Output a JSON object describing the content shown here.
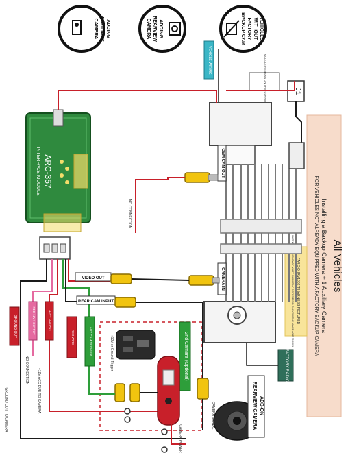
{
  "icons": [
    {
      "line1": "ADDING",
      "line2": "AUXILIARY",
      "line3": "CAMERA"
    },
    {
      "line1": "ADDING",
      "line2": "REARVIEW",
      "line3": "CAMERA"
    },
    {
      "line1": "VEHICLES",
      "line2": "WITHOUT",
      "line3": "FACTORY",
      "line4": "BACKUP CAM"
    }
  ],
  "labels": {
    "vehicle_wiring": "VEHICLE WIRING",
    "j1": "J1",
    "module_note": "MODULE REMAINS ON THIS CONNECTOR",
    "oem_cam_out": "OEM CAM OUT",
    "camera_in": "CAMERA IN",
    "module_name": "ARC-357",
    "module_sub": "INTERFACE MODULE",
    "no_connection_1": "NO CONNECTION",
    "no_connection_2": "NO CONNECTION",
    "video_out": "VIDEO OUT",
    "rear_cam_input": "REAR CAM INPUT",
    "aux_cam_trigger": "AUX CAM TRIGGER",
    "ground_out": "GROUND OUT",
    "red_12v": "RED 12V+ OUTPUT",
    "out_12v": "12V+ OUTPUT",
    "red_wire": "RED WIRE",
    "factory_radio": "FACTORY RADIO",
    "second_camera": "2nd Camera (Optional)",
    "trigger_note": "+12V or Ground Trigger",
    "camera_signal": "CAMERA SIGNAL",
    "camera_power": "CAMERA POWER",
    "acc_note": "+12V ACC DUE TO CAMERA",
    "ground_note": "GROUND OUT TO CAMERA",
    "addon_line1": "ADD-ON",
    "addon_line2": "REARVIEW CAMERA"
  },
  "info_panel": {
    "title": "All Vehicles",
    "line1": "Installing a Backup Camera + 1 Auxiliary Camera",
    "line2": "FOR VEHICLES NOT ALREADY EQUIPPED WITH A FACTORY BACKUP CAMERA",
    "note_title": "*ARC-OHRV1002 T-HARNESS PICTURED",
    "note_body": "HARNESS DESIGN MAY VARY SLIGHTLY DEPENDING ON VEHICLE MAKE AND MODEL"
  },
  "colors": {
    "wire_red": "#c8202a",
    "wire_black": "#1a1a1a",
    "board_green": "#2f8a3e",
    "highlight": "#f3dc6a",
    "panel_bg": "#f7dccb",
    "rca_yellow": "#f1c40f",
    "trigger_green": "#2e9e3a",
    "pink": "#e56aa0"
  }
}
